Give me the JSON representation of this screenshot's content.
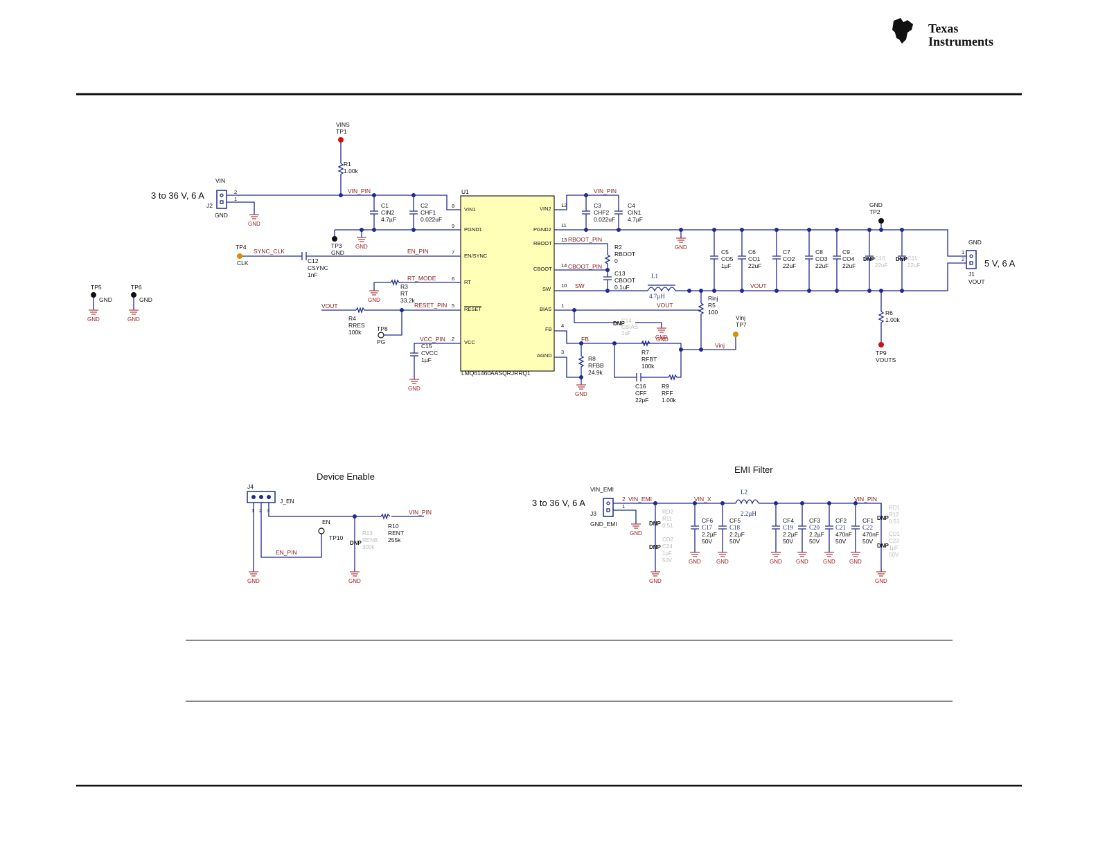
{
  "brand": {
    "line1": "Texas",
    "line2": "Instruments"
  },
  "ic": {
    "ref": "U1",
    "part": "LMQ61460AASQRJRRQ1",
    "left_pins": [
      {
        "name": "VIN1",
        "num": "8"
      },
      {
        "name": "PGND1",
        "num": "9"
      },
      {
        "name": "EN/SYNC",
        "num": "7"
      },
      {
        "name": "RT",
        "num": "6"
      },
      {
        "name": "RESET",
        "num": "5"
      },
      {
        "name": "VCC",
        "num": "2"
      }
    ],
    "right_pins": [
      {
        "name": "VIN2",
        "num": "12"
      },
      {
        "name": "PGND2",
        "num": "11"
      },
      {
        "name": "RBOOT",
        "num": "13"
      },
      {
        "name": "CBOOT",
        "num": "14"
      },
      {
        "name": "SW",
        "num": "10"
      },
      {
        "name": "BIAS",
        "num": "1"
      },
      {
        "name": "FB",
        "num": "4"
      },
      {
        "name": "AGND",
        "num": "3"
      }
    ]
  },
  "nets": {
    "vin_pin": "VIN_PIN",
    "sync_clk": "SYNC_CLK",
    "en_pin": "EN_PIN",
    "rt_mode": "RT_MODE",
    "reset_pin": "RESET_PIN",
    "vout": "VOUT",
    "vcc_pin": "VCC_PIN",
    "rboot_pin": "RBOOT_PIN",
    "cboot_pin": "CBOOT_PIN",
    "sw": "SW",
    "fb": "FB",
    "vinj": "Vinj",
    "vin_emi": "VIN_EMI",
    "vin_x": "VIN_X",
    "gnd": "GND"
  },
  "input": {
    "voltage": "3 to 36 V, 6 A",
    "connector": "J2",
    "label": "VIN",
    "gnd": "GND"
  },
  "output": {
    "voltage": "5 V, 6 A",
    "connector": "J1",
    "label": "VOUT",
    "gnd": "GND"
  },
  "testpoints": {
    "tp1": [
      "VINS",
      "TP1"
    ],
    "tp2": [
      "GND",
      "TP2"
    ],
    "tp3": [
      "TP3",
      "GND"
    ],
    "tp4": [
      "TP4",
      "CLK"
    ],
    "tp5": [
      "TP5",
      "GND"
    ],
    "tp6": [
      "TP6",
      "GND"
    ],
    "tp7": [
      "Vinj",
      "TP7"
    ],
    "tp8": [
      "TP8",
      "PG"
    ],
    "tp9": [
      "TP9",
      "VOUTS"
    ],
    "tp10": [
      "EN",
      "TP10"
    ]
  },
  "components": {
    "r1": [
      "R1",
      "1.00k"
    ],
    "c1": [
      "C1",
      "CIN2",
      "4.7µF"
    ],
    "c2": [
      "C2",
      "CHF1",
      "0.022uF"
    ],
    "c12": [
      "C12",
      "CSYNC",
      "1nF"
    ],
    "r3": [
      "R3",
      "RT",
      "33.2k"
    ],
    "r4": [
      "R4",
      "RRES",
      "100k"
    ],
    "c15": [
      "C15",
      "CVCC",
      "1µF"
    ],
    "c3": [
      "C3",
      "CHF2",
      "0.022uF"
    ],
    "c4": [
      "C4",
      "CIN1",
      "4.7µF"
    ],
    "r2": [
      "R2",
      "RBOOT",
      "0"
    ],
    "c13": [
      "C13",
      "CBOOT",
      "0.1uF"
    ],
    "l1": [
      "L1",
      "4.7µH"
    ],
    "c14": [
      "DNP",
      "C14",
      "CBIAS",
      "1uF"
    ],
    "r8": [
      "R8",
      "RFBB",
      "24.9k"
    ],
    "r7": [
      "R7",
      "RFBT",
      "100k"
    ],
    "c16": [
      "C16",
      "CFF",
      "22pF"
    ],
    "r9": [
      "R9",
      "RFF",
      "1.00k"
    ],
    "r5": [
      "Rinj",
      "R5",
      "100"
    ],
    "c5": [
      "C5",
      "CO5",
      "1µF"
    ],
    "c6": [
      "C6",
      "CO1",
      "22uF"
    ],
    "c7": [
      "C7",
      "CO2",
      "22uF"
    ],
    "c8": [
      "C8",
      "CO3",
      "22uF"
    ],
    "c9": [
      "C9",
      "CO4",
      "22uF"
    ],
    "c10": [
      "DNP",
      "C10",
      "22uF"
    ],
    "c11": [
      "DNP",
      "C11",
      "22uF"
    ],
    "r6": [
      "R6",
      "1.00k"
    ]
  },
  "device_enable": {
    "title": "Device Enable",
    "connector": "J4",
    "label": "J_EN",
    "r13": [
      "DNP",
      "R13",
      "RENB",
      "300k"
    ],
    "r10": [
      "R10",
      "RENT",
      "255k"
    ],
    "net": "EN_PIN",
    "vin": "VIN_PIN",
    "pins": [
      "1",
      "2",
      "3"
    ]
  },
  "emi": {
    "title": "EMI Filter",
    "voltage": "3 to 36 V, 6 A",
    "connector": "J3",
    "label": "VIN_EMI",
    "gnd": "GND_EMI",
    "l2": [
      "L2",
      "2.2µH"
    ],
    "rd2": [
      "RD2",
      "R11",
      "0.51"
    ],
    "cd2": [
      "CD2",
      "C24",
      "1µF",
      "50V"
    ],
    "cf6": [
      "CF6",
      "C17",
      "2.2µF",
      "50V"
    ],
    "cf5": [
      "CF5",
      "C18",
      "2.2µF",
      "50V"
    ],
    "cf4": [
      "CF4",
      "C19",
      "2.2µF",
      "50V"
    ],
    "cf3": [
      "CF3",
      "C20",
      "2.2µF",
      "50V"
    ],
    "cf2": [
      "CF2",
      "C21",
      "470nF",
      "50V"
    ],
    "cf1": [
      "CF1",
      "C22",
      "470nF",
      "50V"
    ],
    "rd1": [
      "RD1",
      "R12",
      "0.51"
    ],
    "cd1": [
      "CD1",
      "C23",
      "1µF",
      "50V"
    ]
  },
  "colors": {
    "wire": "#1f2a8c",
    "ic_fill": "#ffffb8",
    "net_label": "#8b1a1a",
    "testpoint_red": "#d01010",
    "testpoint_orange": "#e08a00"
  }
}
